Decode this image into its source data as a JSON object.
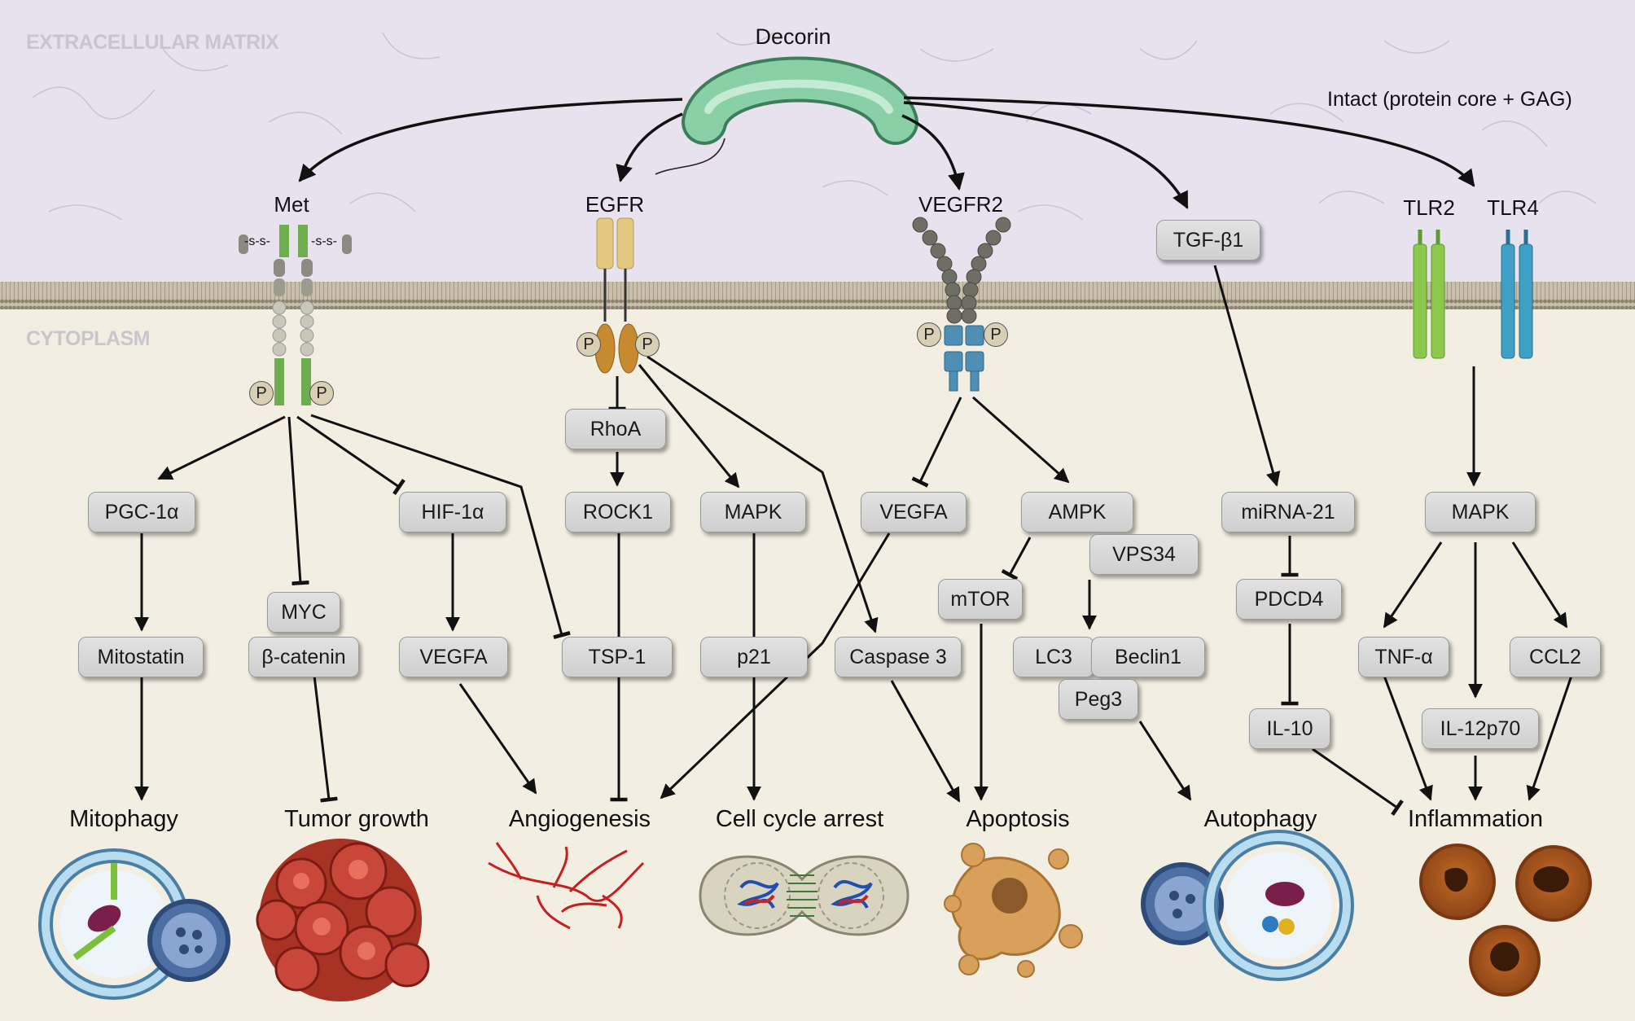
{
  "zones": {
    "ecm": "EXTRACELLULAR MATRIX",
    "cytoplasm": "CYTOPLASM"
  },
  "decorin": {
    "label": "Decorin",
    "note": "Intact (protein core + GAG)"
  },
  "receptors": {
    "met": "Met",
    "egfr": "EGFR",
    "vegfr2": "VEGFR2",
    "tlr2": "TLR2",
    "tlr4": "TLR4",
    "disulfide": "-s-s-",
    "phospho": "P"
  },
  "nodes": {
    "tgfb1": "TGF-β1",
    "pgc1a": "PGC-1α",
    "hif1a": "HIF-1α",
    "myc": "MYC",
    "b_catenin": "β-catenin",
    "mitostatin": "Mitostatin",
    "vegfa_met": "VEGFA",
    "tsp1": "TSP-1",
    "rhoa": "RhoA",
    "rock1": "ROCK1",
    "mapk_egfr": "MAPK",
    "p21": "p21",
    "caspase3": "Caspase 3",
    "vegfa_vegfr": "VEGFA",
    "ampk": "AMPK",
    "vps34": "VPS34",
    "mtor": "mTOR",
    "lc3": "LC3",
    "beclin1": "Beclin1",
    "peg3": "Peg3",
    "mirna21": "miRNA-21",
    "pdcd4": "PDCD4",
    "il10": "IL-10",
    "mapk_tlr": "MAPK",
    "tnfa": "TNF-α",
    "ccl2": "CCL2",
    "il12p70": "IL-12p70"
  },
  "outcomes": {
    "mitophagy": "Mitophagy",
    "tumor_growth": "Tumor growth",
    "angiogenesis": "Angiogenesis",
    "cell_cycle_arrest": "Cell cycle arrest",
    "apoptosis": "Apoptosis",
    "autophagy": "Autophagy",
    "inflammation": "Inflammation"
  },
  "colors": {
    "ecm_bg": "#e8e2ef",
    "cytoplasm_bg": "#f2eee2",
    "membrane": "#a49a86",
    "decorin": "#7cc49a",
    "met_receptor": "#6fae4e",
    "egfr_receptor": "#d4b86a",
    "vegfr2_receptor": "#6e6e64",
    "tlr2": "#8cc84c",
    "tlr4": "#3f9fc4",
    "activation_arrow": "#111111",
    "angiogenesis_vessel": "#c81e1e",
    "tumor": "#b83a2c",
    "inflammatory_cell": "#a8551c"
  },
  "icons": [
    "decorin-icon",
    "met-receptor-icon",
    "egfr-receptor-icon",
    "vegfr2-receptor-icon",
    "tlr2-receptor-icon",
    "tlr4-receptor-icon",
    "mitophagy-icon",
    "tumor-icon",
    "blood-vessel-icon",
    "dividing-cell-icon",
    "apoptotic-cell-icon",
    "autophagosome-icon",
    "inflammatory-cell-icon"
  ]
}
